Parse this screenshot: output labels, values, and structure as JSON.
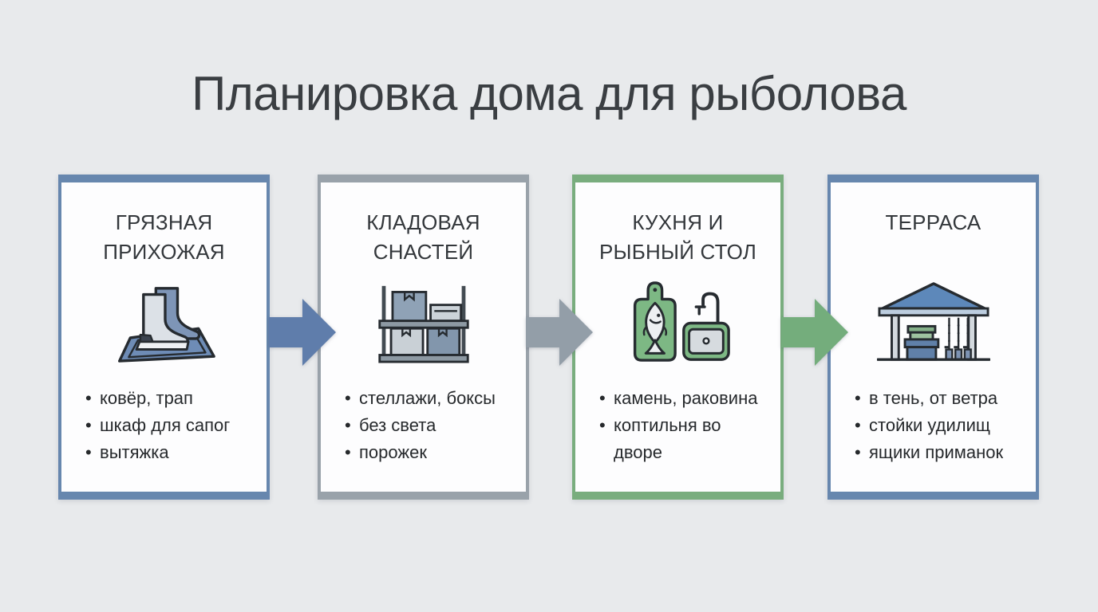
{
  "page": {
    "title": "Планировка дома для рыболова",
    "background": "#e8eaec",
    "title_color": "#3a3e42"
  },
  "cards": [
    {
      "id": "mudroom",
      "accent": "#6787ae",
      "title_lines": [
        "ГРЯЗНАЯ",
        "ПРИХОЖАЯ"
      ],
      "icon": "boots-on-mat-icon",
      "bullets": [
        "ковёр, трап",
        "шкаф для сапог",
        "вытяжка"
      ]
    },
    {
      "id": "tackle-storage",
      "accent": "#99a2aa",
      "title_lines": [
        "КЛАДОВАЯ",
        "СНАСТЕЙ"
      ],
      "icon": "storage-shelf-boxes-icon",
      "bullets": [
        "стеллажи, боксы",
        "без света",
        "порожек"
      ]
    },
    {
      "id": "kitchen-fish-table",
      "accent": "#79ad7e",
      "title_lines": [
        "КУХНЯ И",
        "РЫБНЫЙ СТОЛ"
      ],
      "icon": "cutting-board-fish-sink-icon",
      "bullets": [
        "камень, раковина",
        "коптильня во дворе"
      ]
    },
    {
      "id": "terrace",
      "accent": "#6787ae",
      "title_lines": [
        "ТЕРРАСА"
      ],
      "icon": "gazebo-rods-icon",
      "bullets": [
        "в тень, от ветра",
        "стойки удилищ",
        "ящики приманок"
      ]
    }
  ],
  "arrows": [
    {
      "color": "#5f7dab"
    },
    {
      "color": "#939ea8"
    },
    {
      "color": "#74ad7c"
    }
  ]
}
